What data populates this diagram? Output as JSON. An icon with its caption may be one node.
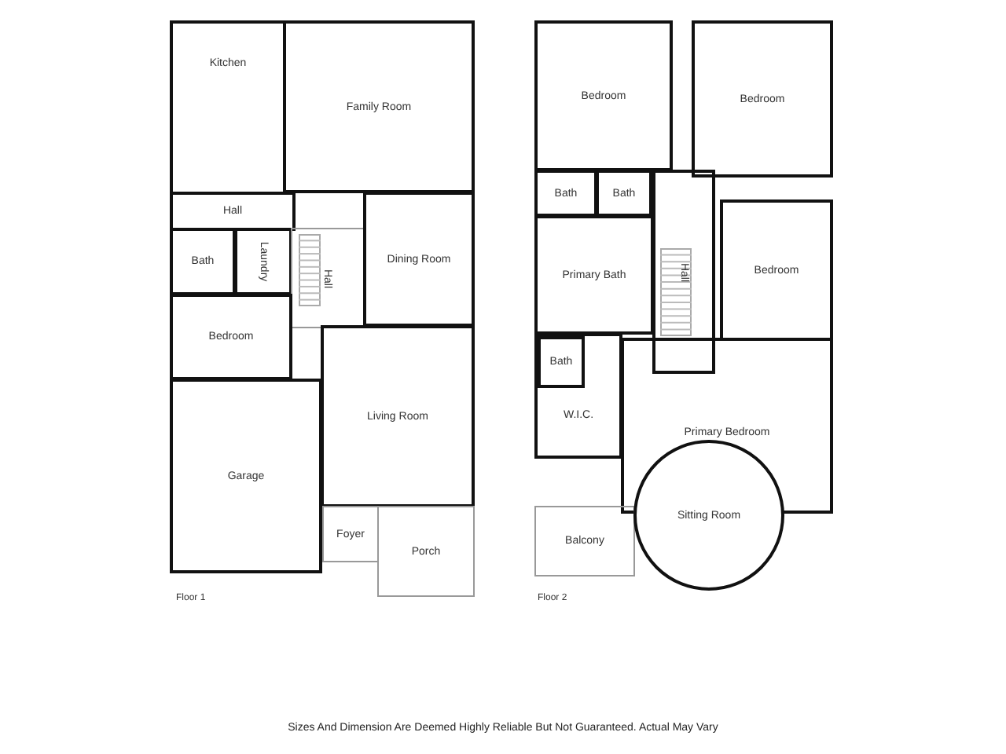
{
  "diagram": {
    "caption": "Sizes And Dimension Are Deemed Highly Reliable But Not Guaranteed. Actual May Vary",
    "nodes": [
      {
        "text": [
          "Kitchen"
        ]
      },
      {
        "text": [
          "Family Room"
        ]
      },
      {
        "text": [
          "Hall"
        ]
      },
      {
        "text": [
          "Bath"
        ]
      },
      {
        "text": [
          "Laundry"
        ]
      },
      {
        "text": [
          "Hall"
        ]
      },
      {
        "text": [
          "Dining Room"
        ]
      },
      {
        "text": [
          "Bedroom"
        ]
      },
      {
        "text": [
          "Living Room"
        ]
      },
      {
        "text": [
          "Garage"
        ]
      },
      {
        "text": [
          "Foyer"
        ]
      },
      {
        "text": [
          "Porch"
        ]
      },
      {
        "text": [
          "Bedroom"
        ]
      },
      {
        "text": [
          "Bedroom"
        ]
      },
      {
        "text": [
          "Bath"
        ]
      },
      {
        "text": [
          "Bath"
        ]
      },
      {
        "text": [
          "Hall"
        ]
      },
      {
        "text": [
          "Bedroom"
        ]
      },
      {
        "text": [
          "Primary Bath"
        ]
      },
      {
        "text": [
          "Bath"
        ],
        "in": 20
      },
      {
        "text": [
          "W.I.C."
        ]
      },
      {
        "text": [
          "Primary Bedroom"
        ]
      },
      {
        "text": [
          "Sitting Room"
        ]
      },
      {
        "text": [
          "Balcony"
        ]
      }
    ],
    "labels": [
      "Floor 1",
      "Floor 2"
    ]
  }
}
